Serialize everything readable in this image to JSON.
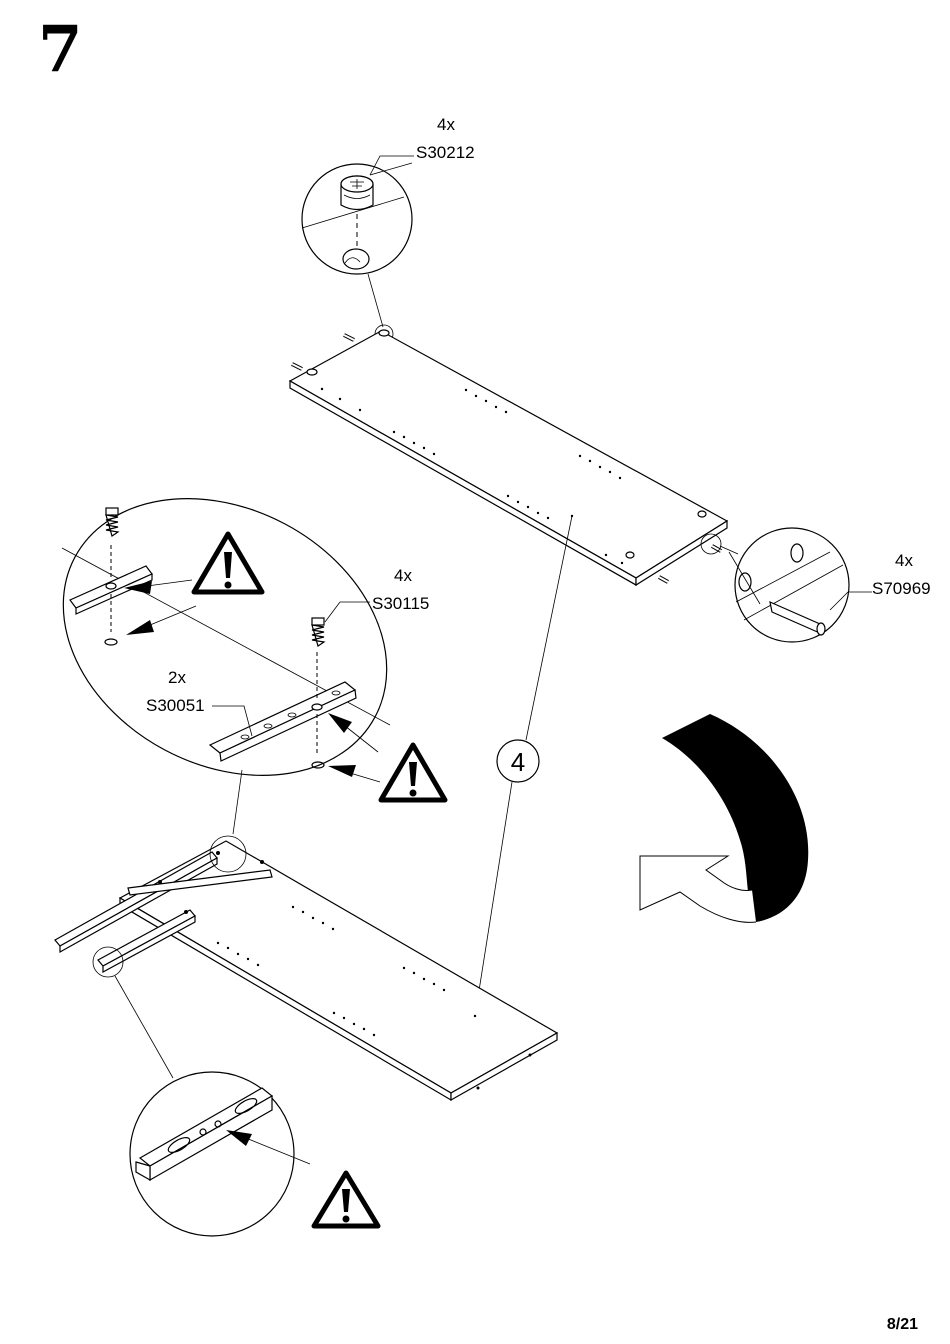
{
  "step": {
    "number": "7"
  },
  "parts": {
    "cam_lock": {
      "qty": "4x",
      "code": "S30212"
    },
    "dowel": {
      "qty": "4x",
      "code": "S70969"
    },
    "screw": {
      "qty": "4x",
      "code": "S30115"
    },
    "drawer_runner": {
      "qty": "2x",
      "code": "S30051"
    }
  },
  "panel_callout": "4",
  "page": {
    "number": "8/21"
  },
  "colors": {
    "line": "#000000",
    "background": "#ffffff"
  },
  "icons": [
    "warning-icon",
    "rotate-arrow-icon"
  ]
}
